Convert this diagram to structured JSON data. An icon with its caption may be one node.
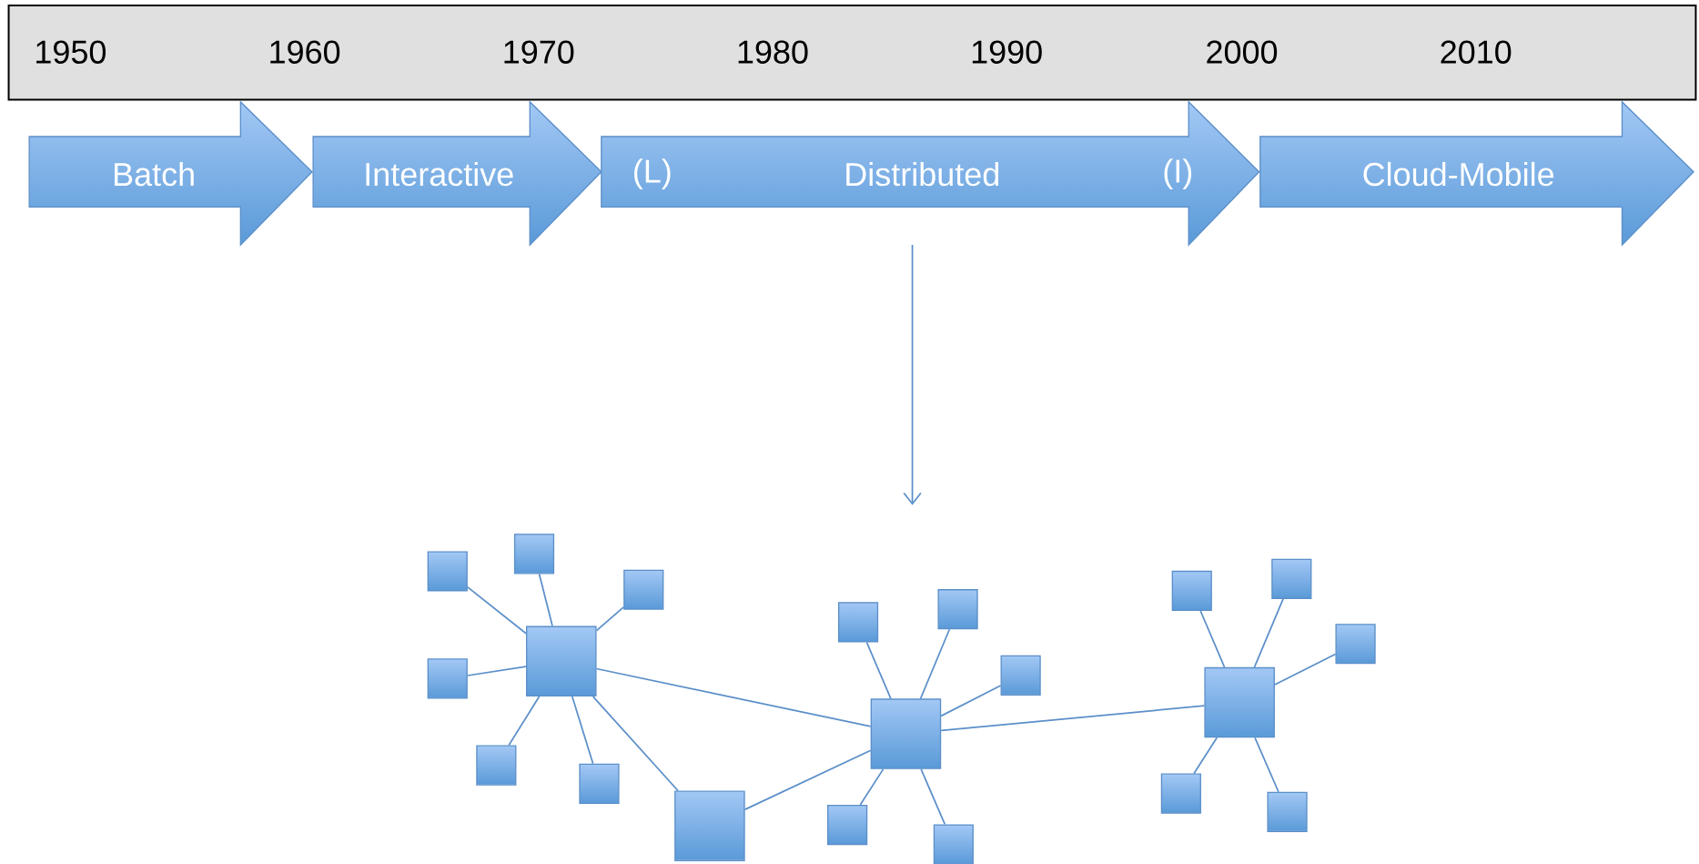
{
  "diagram": {
    "nodes": [
      {
        "text": [
          "1950",
          "1960",
          "1970",
          "1980",
          "1990",
          "2000",
          "2010"
        ]
      },
      {
        "text": [
          "Batch"
        ]
      },
      {
        "text": [
          "Interactive"
        ]
      },
      {
        "text": [
          "(L)",
          "Distributed",
          "(I)"
        ]
      },
      {
        "text": [
          "Cloud-Mobile"
        ]
      },
      {
        "text": [],
        "shape": "box"
      },
      {
        "text": [],
        "shape": "box"
      },
      {
        "text": [],
        "shape": "box"
      },
      {
        "text": [],
        "shape": "box"
      },
      {
        "text": [],
        "shape": "box"
      },
      {
        "text": [],
        "shape": "box"
      },
      {
        "text": [],
        "shape": "box"
      },
      {
        "text": [],
        "shape": "box"
      },
      {
        "text": [],
        "shape": "box"
      },
      {
        "text": [],
        "shape": "box"
      },
      {
        "text": [],
        "shape": "box"
      },
      {
        "text": [],
        "shape": "box"
      },
      {
        "text": [],
        "shape": "box"
      },
      {
        "text": [],
        "shape": "box"
      },
      {
        "text": [],
        "shape": "box"
      },
      {
        "text": [],
        "shape": "box"
      },
      {
        "text": [],
        "shape": "box"
      },
      {
        "text": [],
        "shape": "box"
      },
      {
        "text": [],
        "shape": "box"
      },
      {
        "text": [],
        "shape": "box"
      }
    ],
    "edges": [
      {
        "from": 3,
        "to": null,
        "arrow": "to"
      },
      {
        "from": 5,
        "to": 6,
        "arrow": "none"
      },
      {
        "from": 5,
        "to": 7,
        "arrow": "none"
      },
      {
        "from": 5,
        "to": 8,
        "arrow": "none"
      },
      {
        "from": 5,
        "to": 9,
        "arrow": "none"
      },
      {
        "from": 5,
        "to": 10,
        "arrow": "none"
      },
      {
        "from": 5,
        "to": 11,
        "arrow": "none"
      },
      {
        "from": 5,
        "to": 12,
        "arrow": "none"
      },
      {
        "from": 5,
        "to": 13,
        "arrow": "none"
      },
      {
        "from": 12,
        "to": 13,
        "arrow": "none"
      },
      {
        "from": 13,
        "to": 14,
        "arrow": "none"
      },
      {
        "from": 13,
        "to": 15,
        "arrow": "none"
      },
      {
        "from": 13,
        "to": 16,
        "arrow": "none"
      },
      {
        "from": 13,
        "to": 17,
        "arrow": "none"
      },
      {
        "from": 13,
        "to": 18,
        "arrow": "none"
      },
      {
        "from": 13,
        "to": 19,
        "arrow": "none"
      },
      {
        "from": 19,
        "to": 20,
        "arrow": "none"
      },
      {
        "from": 19,
        "to": 21,
        "arrow": "none"
      },
      {
        "from": 19,
        "to": 22,
        "arrow": "none"
      },
      {
        "from": 19,
        "to": 23,
        "arrow": "none"
      },
      {
        "from": 19,
        "to": 24,
        "arrow": "none"
      }
    ]
  }
}
